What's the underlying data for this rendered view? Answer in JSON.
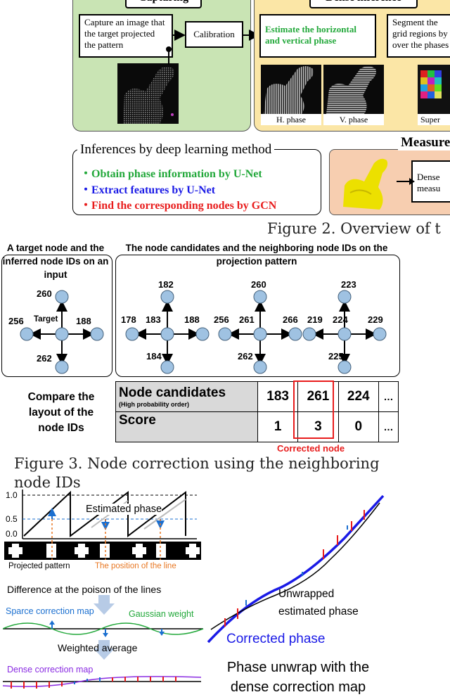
{
  "fig2": {
    "capturing_header": "Capturing",
    "dense_header": "Dense inference",
    "capture_box": "Capture an image that the target projected the pattern",
    "calibration_box": "Calibration",
    "estimate_box": "Estimate the horizontal and vertical phase",
    "segment_box": "Segment the grid regions by over the phases",
    "thumb_h": "H. phase",
    "thumb_v": "V. phase",
    "thumb_s": "Super",
    "inference_title": "Inferences by deep learning method",
    "bullet1": "・Obtain phase information by U-Net",
    "bullet2": "・Extract features by U-Net",
    "bullet3": "・Find the corresponding nodes by GCN",
    "measure_header": "Measure",
    "dense_measure_box": "Dense measu",
    "caption": "Figure 2. Overview of t",
    "colors": {
      "green_panel": "#c9e4b4",
      "orange_panel": "#fbe6a6",
      "measure_panel": "#f7ceb0",
      "green_text": "#22a83a",
      "blue_text": "#1a1ae6",
      "red_text": "#e81c1c"
    }
  },
  "fig3": {
    "left_title": "A target node and the inferred node IDs on an input",
    "right_title": "The node candidates  and the neighboring node IDs on the projection pattern",
    "target_label": "Target",
    "target_ids": {
      "top": "260",
      "left": "256",
      "right": "188",
      "bottom": "262"
    },
    "cand1": {
      "center": "183",
      "top": "182",
      "left": "178",
      "right": "188",
      "bottom": "184"
    },
    "cand2": {
      "center": "261",
      "top": "260",
      "left": "256",
      "right": "266",
      "bottom": "262"
    },
    "cand3": {
      "center": "224",
      "top": "223",
      "left": "219",
      "right": "229",
      "bottom": "225"
    },
    "compare_label": "Compare the layout of the node IDs",
    "table": {
      "row1_label": "Node candidates",
      "row1_sub": "(High probability order)",
      "row2_label": "Score",
      "candidates": [
        "183",
        "261",
        "224",
        "…"
      ],
      "scores": [
        "1",
        "3",
        "0",
        "…"
      ]
    },
    "corrected_node": "Corrected node",
    "caption_line1": "Figure 3. Node correction using the neighboring",
    "caption_line2": "node IDs"
  },
  "fig4": {
    "y_ticks": [
      "1.0",
      "0.5",
      "0.0"
    ],
    "estimated_phase": "Estimated phase",
    "projected_pattern": "Projected pattern",
    "line_position": "The position of the line",
    "difference": "Difference at the poison of the lines",
    "sparse_map": "Sparce correction map",
    "gaussian": "Gaussian weight",
    "weighted_avg": "Weighted average",
    "dense_map": "Dense correction map",
    "unwrapped": "Unwrapped estimated phase",
    "corrected": "Corrected phase",
    "unwrap_caption": "Phase unwrap with the dense correction map",
    "colors": {
      "orange": "#e87722",
      "blue": "#1a6fd0",
      "green": "#22a83a",
      "purple": "#8a2be2",
      "red": "#e81c1c"
    }
  }
}
